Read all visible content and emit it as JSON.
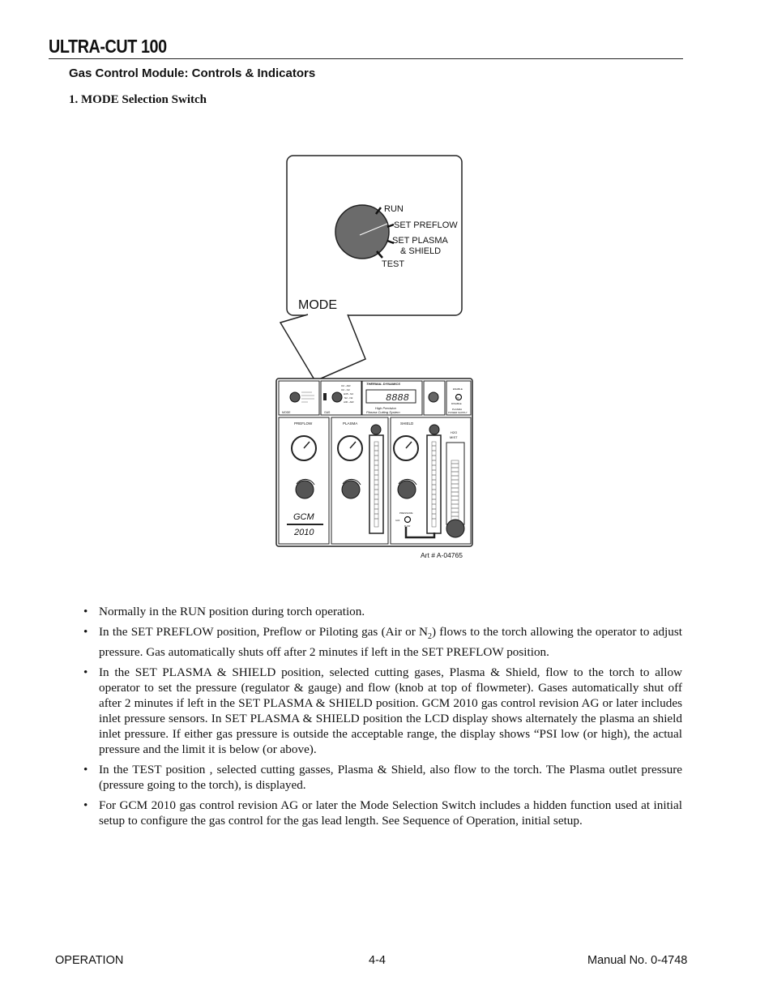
{
  "header": {
    "title": "ULTRA-CUT 100"
  },
  "section_title": "Gas Control Module:  Controls & Indicators",
  "subheading": "1.   MODE Selection Switch",
  "figure": {
    "callout": {
      "positions": [
        "RUN",
        "SET PREFLOW",
        "SET PLASMA",
        "& SHIELD",
        "TEST"
      ],
      "label": "MODE"
    },
    "panel": {
      "brand": "THERMAL DYNAMICS",
      "tag_line_1": "High Precision",
      "tag_line_2": "Plasma Cutting System",
      "display": "8888",
      "mode_label": "MODE",
      "gas_label": "GAS",
      "gas_options": [
        "O2 - AIR",
        "O2 - O2",
        "H35 - N2",
        "N2 - N2",
        "AIR - AIR"
      ],
      "enable_label": "ENABLE",
      "ok_label": "OK",
      "disable_label": "DISABLE",
      "power_label_1": "PLASMA",
      "power_label_2": "POWER SUPPLY",
      "sections": [
        "PREFLOW",
        "PLASMA",
        "SHIELD"
      ],
      "h2o_1": "H2O",
      "h2o_2": "MIST",
      "pressure_label": "PRESSURE",
      "gas_small": "GAS",
      "flow_small": "FLOW",
      "gcm_model": "GCM",
      "gcm_number": "2010"
    },
    "art_number": "Art # A-04765"
  },
  "bullets": [
    {
      "before": "Normally in the RUN position during torch operation."
    },
    {
      "before": "In the SET PREFLOW position, Preflow or Piloting gas (Air or N",
      "sub": "2",
      "after": ") flows to the torch allowing the operator to adjust pressure.  Gas automatically shuts off after 2 minutes if left in the SET PREFLOW position."
    },
    {
      "before": "In the SET PLASMA & SHIELD position, selected cutting gases, Plasma & Shield, flow to the torch to allow operator to set the pressure (regulator & gauge) and flow (knob at top of flowmeter).  Gases automatically shut off after 2 minutes if left in the SET PLASMA & SHIELD position. GCM 2010 gas control revision AG or later includes inlet pressure sensors. In SET PLASMA & SHIELD position the LCD display shows alternately the plasma an shield inlet pressure. If either gas pressure is outside the acceptable range,  the display shows “PSI low (or high), the actual pressure and the limit it is below (or above)."
    },
    {
      "before": "In the TEST position , selected cutting gasses, Plasma & Shield, also flow to the torch. The Plasma outlet pressure (pressure going to the torch), is displayed."
    },
    {
      "before": "For GCM 2010 gas control revision AG or later the Mode Selection Switch includes a hidden function used at initial setup to configure the gas control for the gas lead length. See Sequence of Operation, initial setup."
    }
  ],
  "footer": {
    "left": "OPERATION",
    "center": "4-4",
    "right": "Manual No. 0-4748"
  }
}
